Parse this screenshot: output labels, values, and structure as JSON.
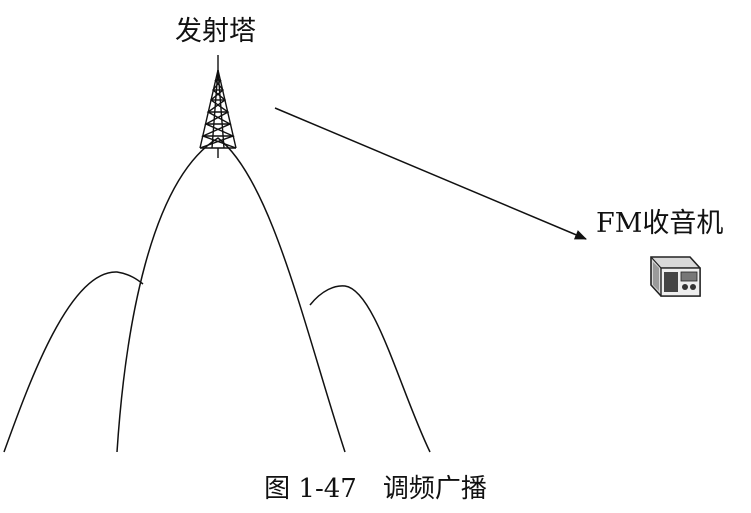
{
  "diagram": {
    "tower_label": "发射塔",
    "radio_label": "FM收音机",
    "caption": "图 1-47　调频广播"
  },
  "icons": {
    "tower": "transmission-tower-icon",
    "radio": "fm-radio-icon"
  }
}
